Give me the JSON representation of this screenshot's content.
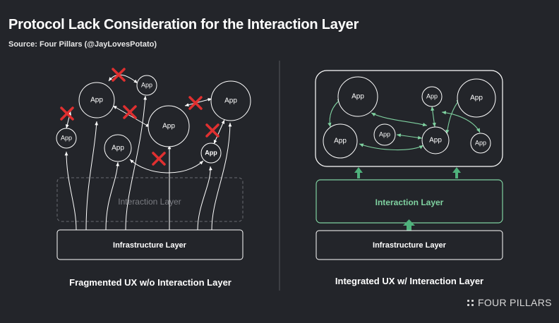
{
  "title": "Protocol Lack Consideration for the Interaction Layer",
  "subtitle": "Source: Four Pillars (@JayLovesPotato)",
  "left": {
    "caption": "Fragmented UX w/o Interaction Layer",
    "interaction_label": "Interaction Layer",
    "infrastructure_label": "Infrastructure Layer",
    "app_label": "App"
  },
  "right": {
    "caption": "Integrated UX w/ Interaction Layer",
    "interaction_label": "Interaction Layer",
    "infrastructure_label": "Infrastructure Layer",
    "app_label": "App"
  },
  "brand": "FOUR PILLARS",
  "colors": {
    "background": "#23252a",
    "line": "#ffffff",
    "green": "#7fd1a0",
    "green_arrow": "#4fb27c",
    "cross": "#e03030",
    "dashed_box": "#6a6c72"
  },
  "icons": [
    "cross-mark-icon",
    "four-pillars-logo-icon"
  ]
}
